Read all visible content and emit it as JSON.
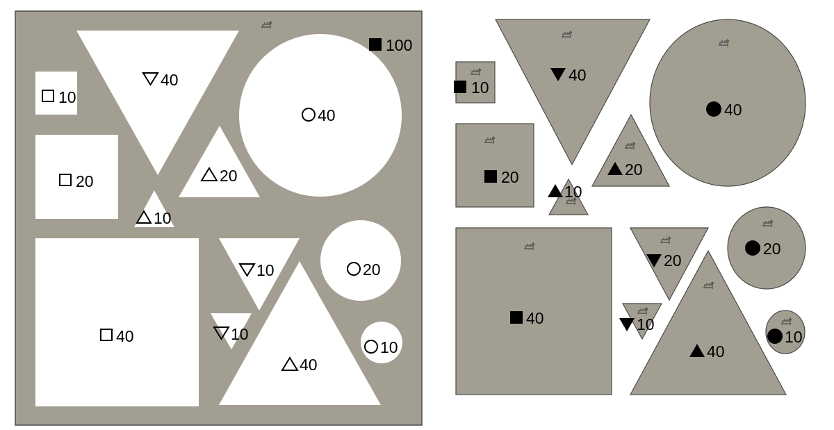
{
  "colors": {
    "plate": "#a39e92",
    "plate_edge": "#4a4a4a",
    "hole": "#ffffff",
    "ink": "#000000"
  },
  "left_plate": {
    "label_10_square": "10",
    "label_20_square": "20",
    "label_40_square": "40",
    "label_40_tri_down": "40",
    "label_10_tri_up": "10",
    "label_20_tri_up": "20",
    "label_40_circle": "40",
    "label_100_marker": "100",
    "label_10_tri_down_a": "10",
    "label_10_tri_down_b": "10",
    "label_20_circle": "20",
    "label_10_circle": "10",
    "label_40_tri_up": "40"
  },
  "right_parts": {
    "label_10_square": "10",
    "label_20_square": "20",
    "label_40_square": "40",
    "label_40_tri_down": "40",
    "label_20_tri_up": "20",
    "label_10_tri_up": "10",
    "label_40_circle": "40",
    "label_20_tri_down": "20",
    "label_10_tri_down": "10",
    "label_20_circle": "20",
    "label_10_circle": "10",
    "label_40_tri_up": "40"
  },
  "icons": {
    "outline_square": "square-outline-icon",
    "outline_circle": "circle-outline-icon",
    "outline_triangle_up": "triangle-up-outline-icon",
    "outline_triangle_down": "triangle-down-outline-icon",
    "filled_square": "square-filled-icon",
    "filled_circle": "circle-filled-icon",
    "filled_triangle_up": "triangle-up-filled-icon",
    "filled_triangle_down": "triangle-down-filled-icon",
    "orientation_mark": "orientation-mark-icon"
  }
}
